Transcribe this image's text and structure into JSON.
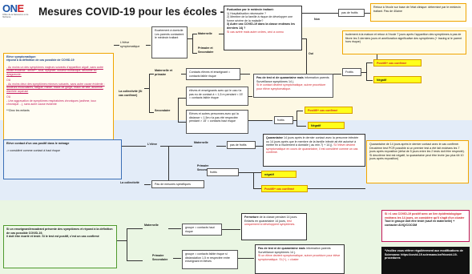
{
  "header": {
    "logo_text": "ONE",
    "logo_sub": "Office de la Naissance et de l'Enfance",
    "title": "Mesures COVID-19 pour les écoles - 14/08/2020*"
  },
  "panel1": {
    "title": "Elève symptomatique:",
    "subtitle": "répond à la définition de cas possible de COVID-19",
    "text1": "- Au moins un des symptômes majeurs suivants d'apparition aiguë, sans autre cause évidente : fièvre**, toux, dyspnée, douleur thoracique, anosmie ou dysgueusie.",
    "or1": "OU",
    "text2": "- Au moins deux des symptômes mineurs suivants, sans autre cause évidente : douleurs musculaires, fatigue, rhinite, maux de gorge, maux de tête, anorexie, diarrhée aqueuse",
    "or2": "OU",
    "text3": "- Une aggravation de symptômes respiratoires chroniques (asthme, toux chronique…), sans autre cause évidente",
    "footnote": "**Chez les enfants"
  },
  "flow1": {
    "eleve_sym": "L'élève symptomatique",
    "ecartement": "Ecartement à domicile Les parents contactent le médecin traitant",
    "maternelle": "Maternelle",
    "prim_sec": "Primaire et Secondaire",
    "eval_title": "Evaluation par le médecin traitant:",
    "eval_1": "1)  Hospitalisation nécessaire ?",
    "eval_2": "2)  Membre de la famille à risque de développer une forme sévère de la maladie?",
    "eval_3": "3)  Autre cas COVID-19 dans la classe endéans les derniers 14j ?",
    "eval_3b": "Si cas avéré mais autre ordres, ceci a connu",
    "non": "Non",
    "oui": "Oui",
    "pas_test": "pas de frottis",
    "retour": "Retour à l'école sur base de l'état clinique: déterminé par le médecin traitant. Pas de 40aine",
    "isolement": "Isolement à la maison et retour à l'école 7 jours après l'apparition des symptômes à pas de fièvre les 3 derniers jours et amélioration significative des symptômes (+ tracing si le parent hors risque)",
    "frottis": "Frottis",
    "positif": "Positif/+ cas confirmé",
    "negatif": "Négatif"
  },
  "flow2": {
    "collectivite": "La collectivité (Si cas confirmé)",
    "mat_prim": "Maternelle et primaire",
    "secondaire": "Secondaire",
    "box_mp": "Contacts élèves et enseignant = contacts faible risque",
    "box_s1": "élèves et enseignants avec qui le cas n'a pas eu de contact à < 1,5 m pendant < 15' = contacts faible risque",
    "box_s2": "Elèves et autres personnes avec qui la distance < 1,5m n'a pas été respectée pendant > 15' = contacts haut risque",
    "pas_test_title": "Pas de test ni de quarantaine mais",
    "pas_test_body": "information parents Surveillance symptômes 14 j.",
    "pas_test_red": "Si le contact devient symptomatique, suivre procédure pour élève symptomatique.",
    "frottis": "frottis",
    "positif": "Positif/+ cas confirmé",
    "negatif": "Négatif"
  },
  "band2": {
    "contact_title": "Elève contact d'un cas positif dans le ménage",
    "contact_sub": "-> considéré comme contact à haut risque",
    "eleve": "L'élève",
    "collectivite": "La collectivité",
    "maternelle": "Maternelle",
    "prim_sec": "Primaire Secondaire",
    "pas_frottis": "pas de frottis",
    "frottis": "frottis",
    "pas_mesures": "Pas de mesures spécifiques",
    "q_title": "Quarantaine",
    "q_body": "14 jours après le dernier contact avec la personne infectée ou 14 jours après que le membre de la famille infecté ait été autorisé à mettre fin à l'isolement à domicile ( au min 7) + 14 j).",
    "q_red": "Si l'élève devient symptomatique en cours de quarantaine, il est considéré comme un cas confirmé.",
    "negatif": "négatif",
    "positif": "Positif/+ cas confirmé",
    "q2": "Quarantaine de 14 jours après le dernier contact avec le cas confirmé. Deuxième test PCR possible si un premier test a été fait endéans les 7 jours après exposition (délai de 5 jours entre les 2 tests doit être respecté). Si deuxième test est négatif, la quarantaine peut être levée (au plus tôt 10 jours après exposition)"
  },
  "band3": {
    "title": "Si un enseignant/encadrant présente des symptômes et répond à la définition de cas possible COVID-19,",
    "body": "il doit être écarté et testé. Si le test est positif, c'est un cas confirmé",
    "maternelle": "Maternelle",
    "prim_sec": "Primaire Secondaire",
    "groupe_mat": "groupe = contacts haut risque",
    "groupe_sec": "groupe = contacts faible risque si distanciation 1,5 m respectée entre enseignant et élèves",
    "fermeture_title": "Fermeture",
    "fermeture_body": "de la classe pendant 14 jours. Enfants en quarantaine 14 jours,",
    "fermeture_red": "test uniquement si développent symptômes.",
    "pas_test_title": "Pas de test ni de quarantaine mais",
    "pas_test_body": "information parents Surveillance symptômes 14 j.",
    "pas_test_red": "Si un élève devient symptomatique, suivre procédure pour élève symptomatique. Si (+), = cluster",
    "cluster_title": "Si >1 cas COVID-19 positif avec un lien épidémiologique endéans les 14 jours, on considère qu'il s'agit d'un cluster",
    "cluster_body": "Tout le groupe doit être testé (sauf en maternelle) + contacter AViQ/COCOM",
    "footer": "*Veuillez vous référer régulièrement aux modifications de Sciensano: https://covid-19.sciensano.be/fr/covid-19-procedures"
  }
}
